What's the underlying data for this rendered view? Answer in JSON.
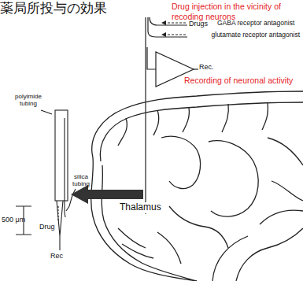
{
  "diagram": {
    "title": "薬局所投与の効果",
    "labels": [
      "Drug injection in the vicinity of",
      "recoding neurons",
      "Drugs",
      "GABA receptor antagonist",
      "glutamate receptor antagonist",
      "Rec.",
      "Recording of neuronal activity",
      "polyimide tubing",
      "silica tubing",
      "500 μm",
      "Drug",
      "Rec",
      "Thalamus"
    ]
  }
}
